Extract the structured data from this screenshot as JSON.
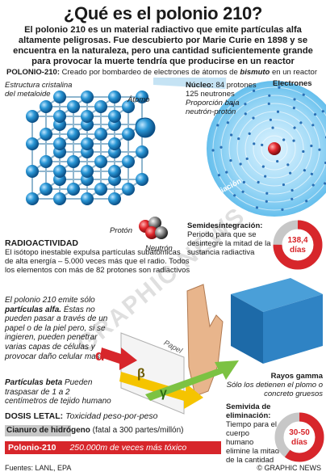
{
  "title": "¿Qué es el polonio 210?",
  "intro": "El polonio 210 es un material radiactivo que emite partículas alfa altamente peligrosas. Fue descubierto por Marie Curie en 1898 y se encuentra en la naturaleza, pero una cantidad suficientemente grande para provocar la muerte tendría que producirse en un reactor",
  "subheader": {
    "label": "POLONIO-210:",
    "text_before": "Creado por bombardeo de electrones de átomos de",
    "emphasis": "bismuto",
    "text_after": "en un reactor"
  },
  "crystal": {
    "label": "Estructura cristalina del metaloide",
    "atom_label": "Átomo"
  },
  "nucleus": {
    "label": "Núcleo:",
    "protons": "84 protones",
    "neutrons": "125 neutrones",
    "ratio": "Proporción baja neutrón-protón",
    "electrons_label": "Electrones",
    "radiation_label": "Radiación"
  },
  "particles": {
    "proton_label": "Protón",
    "neutron_label": "Neutrón"
  },
  "half_life": {
    "label": "Semidesintegración:",
    "text": "Periodo para que se desintegre la mitad de la sustancia radiactiva",
    "value": "138,4 días",
    "fraction": 0.75
  },
  "radioactivity": {
    "label": "RADIOACTIVIDAD",
    "text": "El isótopo inestable expulsa partículas subatómicas de alta energía – 5.000 veces más que el radio. Todos los elementos con más de 82 protones son radiactivos"
  },
  "alpha": {
    "text_italic": "El polonio 210 emite sólo",
    "text_bold": "partículas alfa.",
    "text_rest": "Éstas no pueden pasar a través de un papel o de la piel pero, si se ingieren, pueden penetrar varias capas de células y provocar daño celular masivo",
    "symbol": "α"
  },
  "beta": {
    "text_bold": "Partículas beta",
    "text_rest": "Pueden traspasar de 1 a 2 centímetros de tejido humano",
    "symbol": "β"
  },
  "gamma": {
    "label": "Rayos gamma",
    "text": "Sólo los detienen el plomo o concreto gruesos",
    "symbol": "γ"
  },
  "paper_label": "Papel",
  "lethal": {
    "label": "DOSIS LETAL:",
    "text": "Toxicidad peso-por-peso",
    "cyanide_label": "Cianuro de hidrógeno",
    "cyanide_text": "(fatal a 300 partes/millón)",
    "polonium_label": "Polonio-210",
    "polonium_text": "250.000m de veces más tóxico"
  },
  "bio_half_life": {
    "label": "Semivida de eliminación:",
    "text": "Tiempo para el cuerpo humano elimine la mitad de la cantidad",
    "value": "30-50 días",
    "fraction": 0.6
  },
  "watermark": "GRAPHIC NEWS",
  "sources": "Fuentes: LANL, EPA",
  "copyright": "© GRAPHIC NEWS",
  "colors": {
    "accent_red": "#d7262b",
    "atom_blue": "#1b86c9",
    "dark_blue": "#10578e",
    "grey_bar": "#c7c7c7"
  }
}
